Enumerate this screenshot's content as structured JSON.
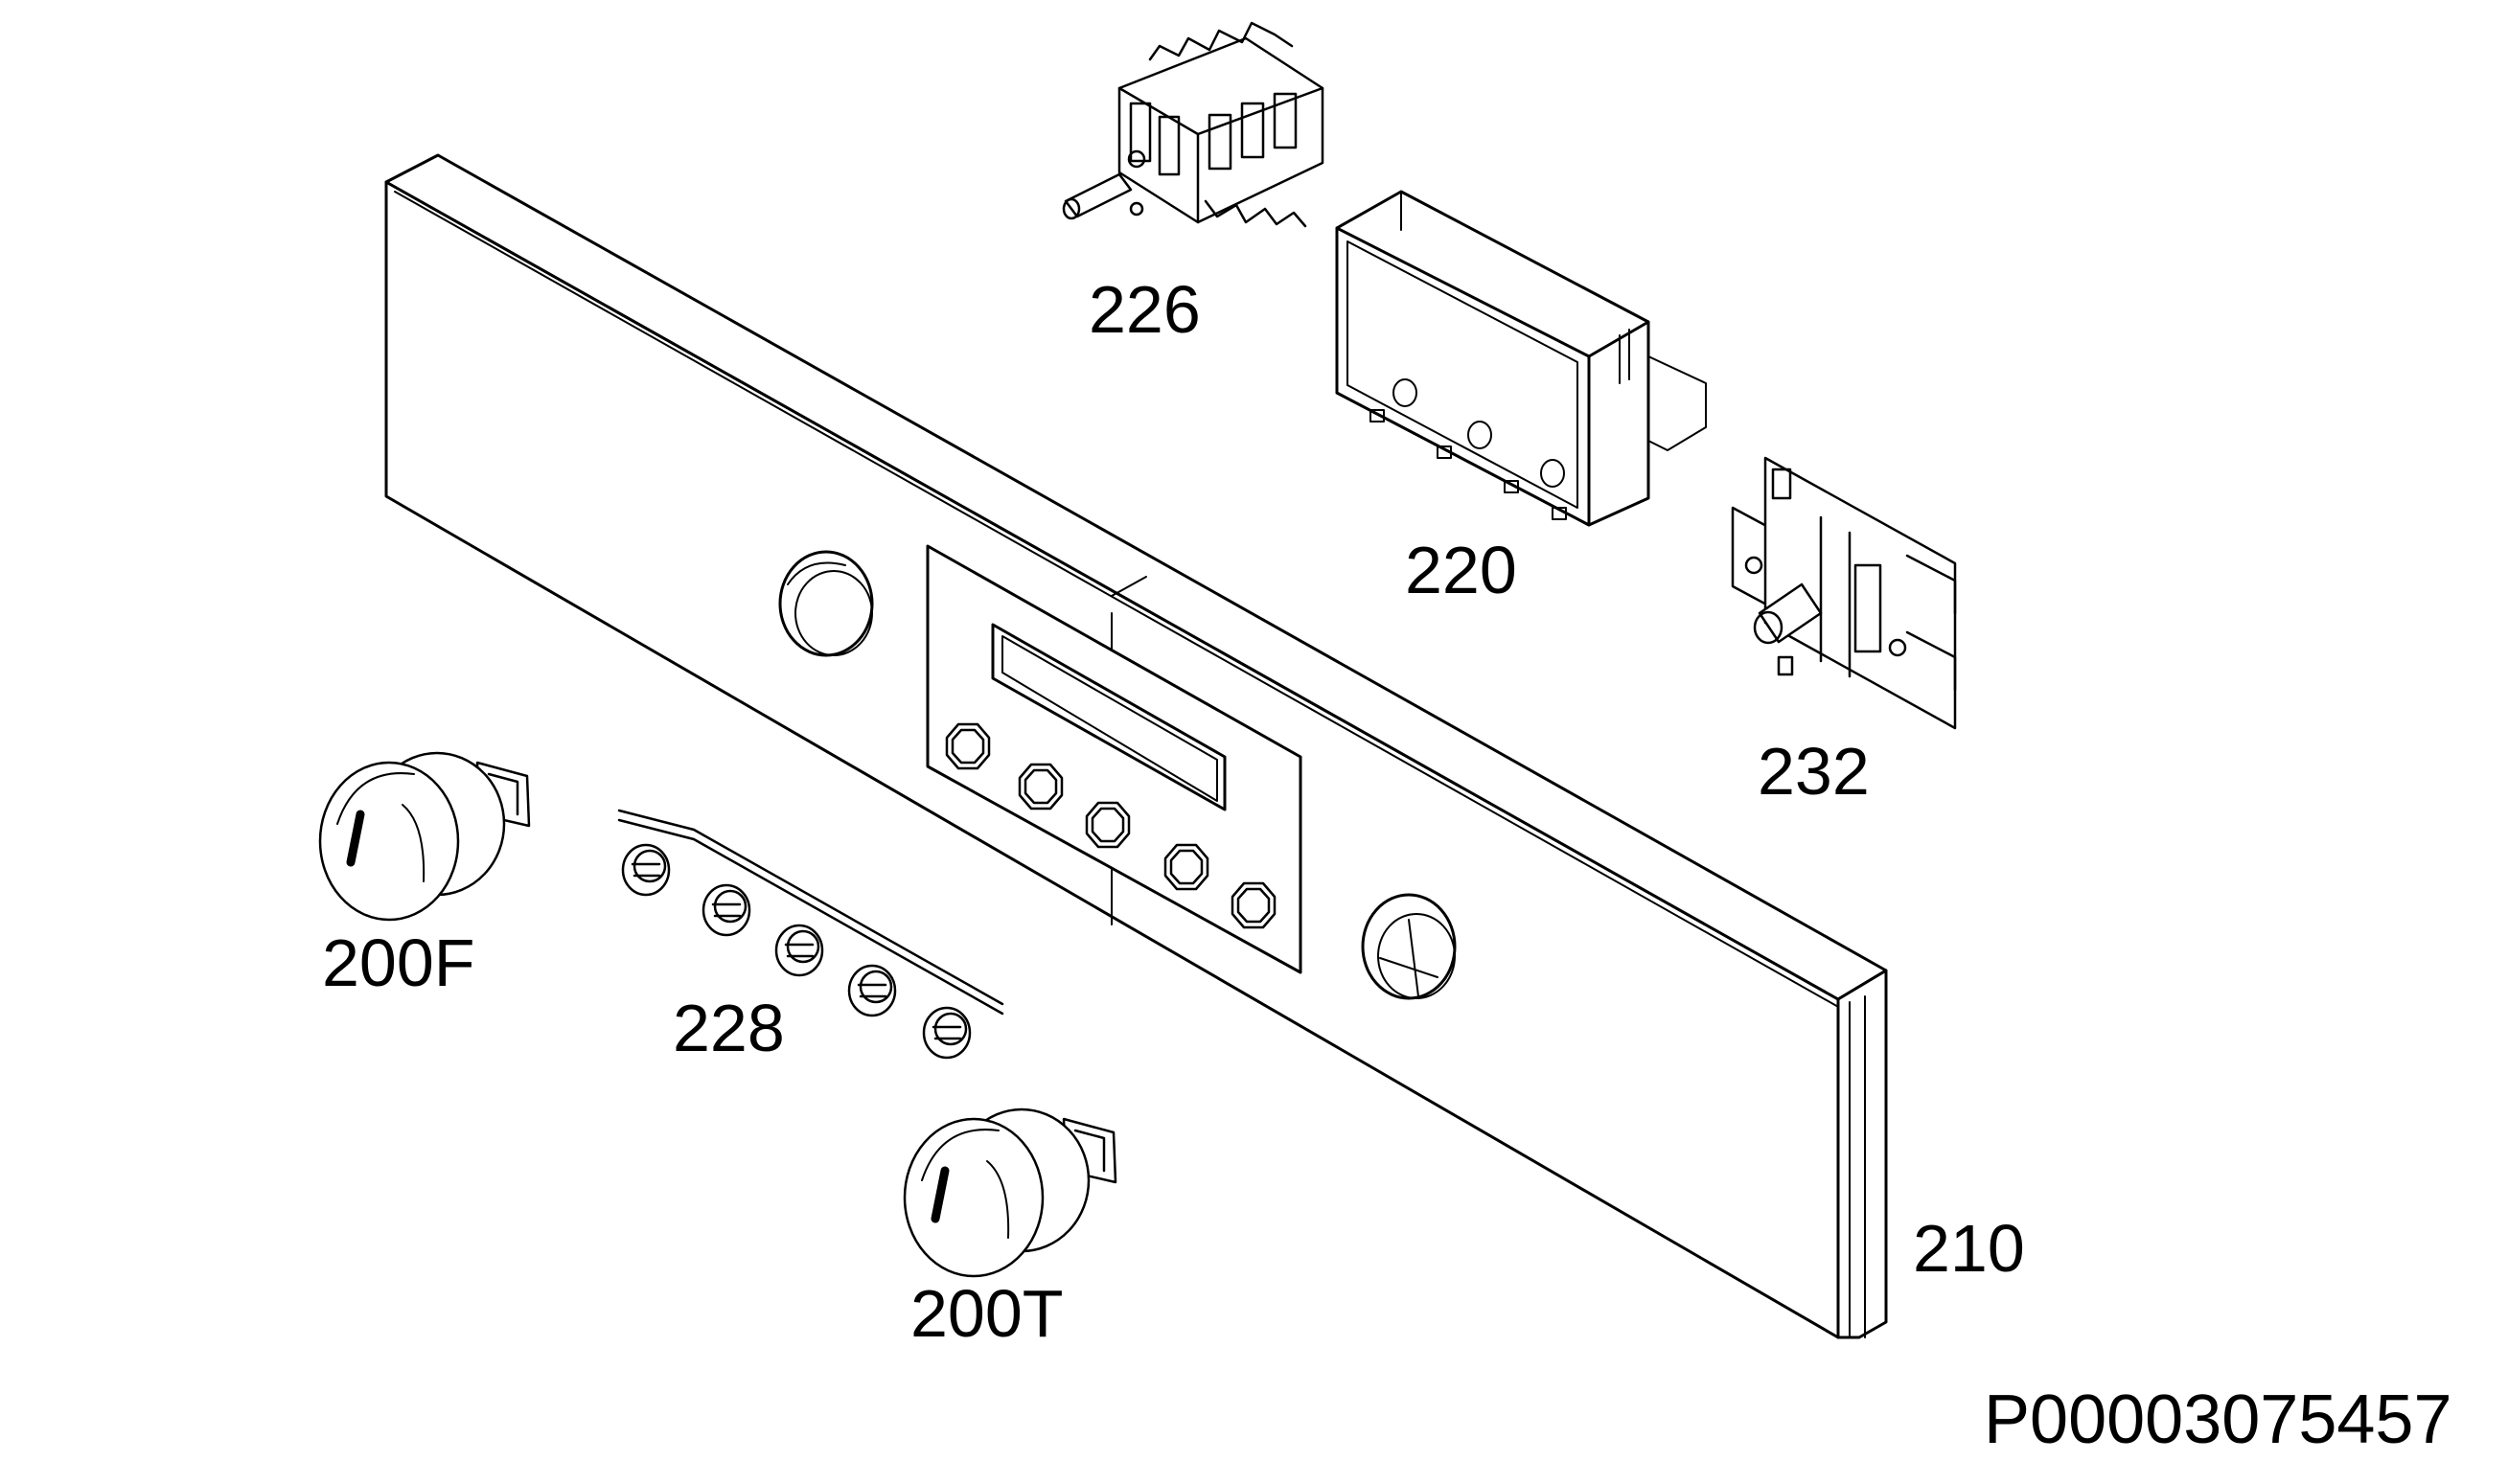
{
  "diagram": {
    "kind": "exploded-parts-view",
    "line_color": "#000000",
    "background": "#ffffff",
    "parts": [
      {
        "id": "226",
        "label": "226",
        "icon": "selector-switch-icon"
      },
      {
        "id": "220",
        "label": "220",
        "icon": "display-housing-icon"
      },
      {
        "id": "232",
        "label": "232",
        "icon": "thermostat-icon"
      },
      {
        "id": "210",
        "label": "210",
        "icon": "control-panel-icon"
      },
      {
        "id": "200F",
        "label": "200F",
        "icon": "function-knob-icon"
      },
      {
        "id": "228",
        "label": "228",
        "icon": "push-button-strip-icon"
      },
      {
        "id": "200T",
        "label": "200T",
        "icon": "temperature-knob-icon"
      }
    ],
    "document_id": "P00003075457"
  }
}
